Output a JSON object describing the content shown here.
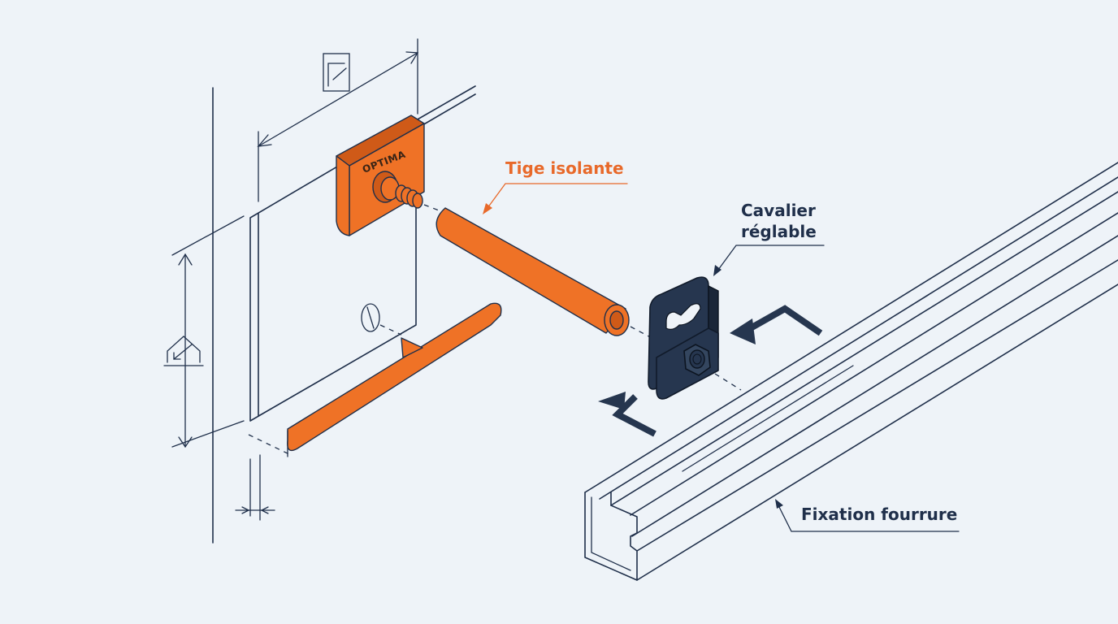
{
  "labels": {
    "tige": "Tige isolante",
    "cavalier_line1": "Cavalier",
    "cavalier_line2": "réglable",
    "fixation": "Fixation fourrure"
  },
  "brand_plate": {
    "text": "OPTIMA"
  },
  "icons": {
    "top_dimension": "square-frame-icon",
    "side_dimension": "house-icon",
    "hole": "ellipse-hole-icon"
  },
  "colors": {
    "accent_orange": "#ef7226",
    "navy": "#26364f",
    "line": "#1f2f4a",
    "background": "#eef3f8"
  }
}
